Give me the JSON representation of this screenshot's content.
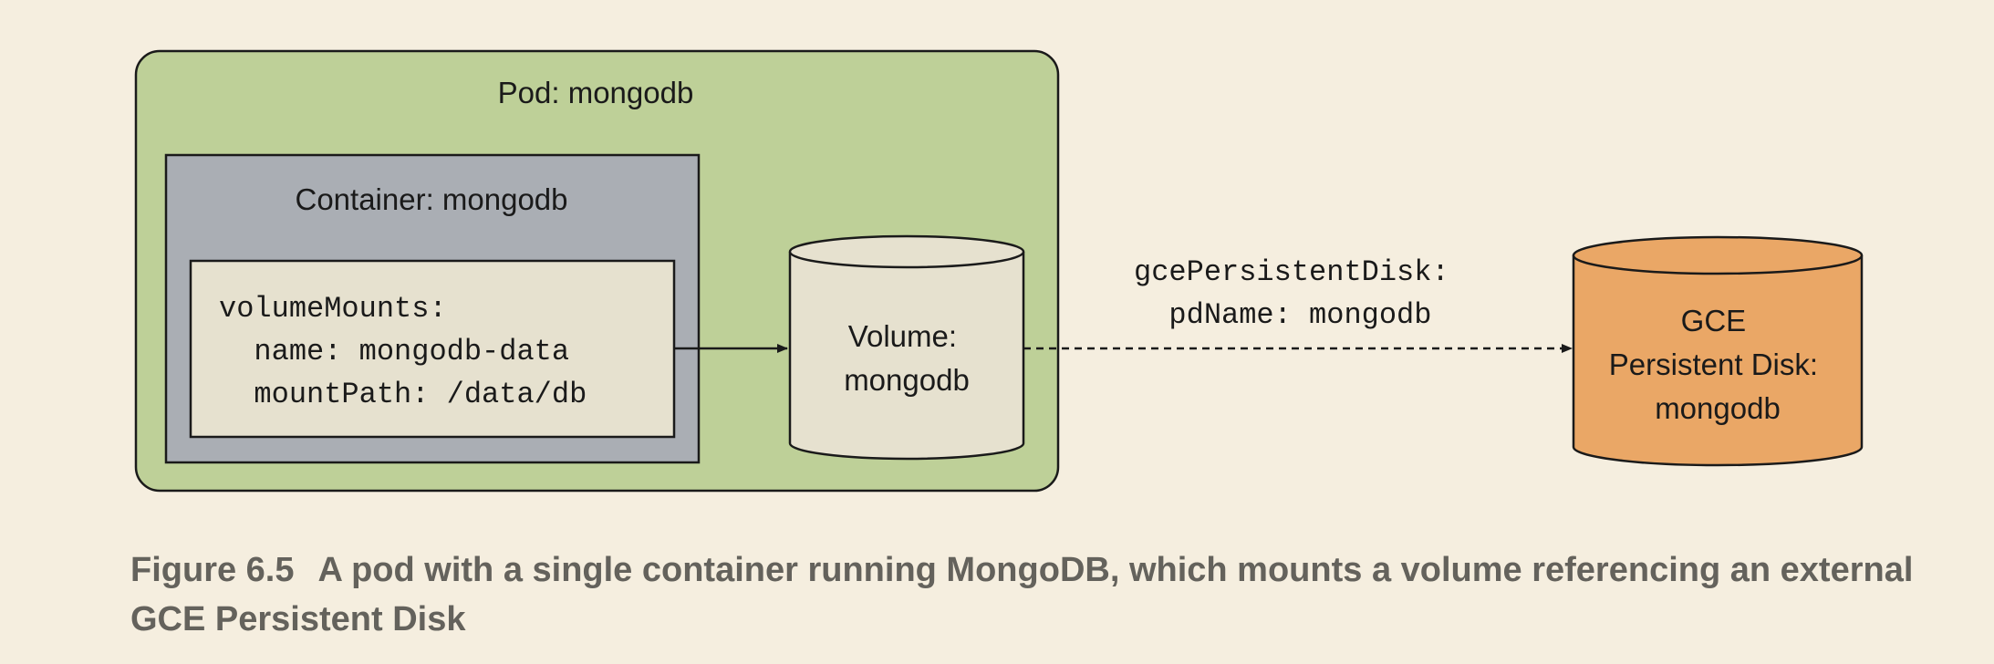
{
  "pod": {
    "label": "Pod: mongodb"
  },
  "container": {
    "label": "Container: mongodb",
    "volume_mounts": [
      "volumeMounts:",
      "  name: mongodb-data",
      "  mountPath: /data/db"
    ]
  },
  "volume": {
    "lines": [
      "Volume:",
      "mongodb"
    ]
  },
  "edge": {
    "lines": [
      "gcePersistentDisk:",
      "  pdName: mongodb"
    ]
  },
  "disk": {
    "lines": [
      "GCE",
      "Persistent Disk:",
      "mongodb"
    ]
  },
  "caption": {
    "label": "Figure 6.5",
    "text": "A pod with a single container running MongoDB, which mounts a volume referencing an external GCE Persistent Disk"
  },
  "colors": {
    "background": "#f5eedf",
    "pod_fill": "#bed098",
    "container_fill": "#aaaeb4",
    "inner_box_fill": "#e6e1cf",
    "volume_fill": "#e6e1cf",
    "disk_fill": "#eaa766",
    "caption_text": "#64625c"
  }
}
